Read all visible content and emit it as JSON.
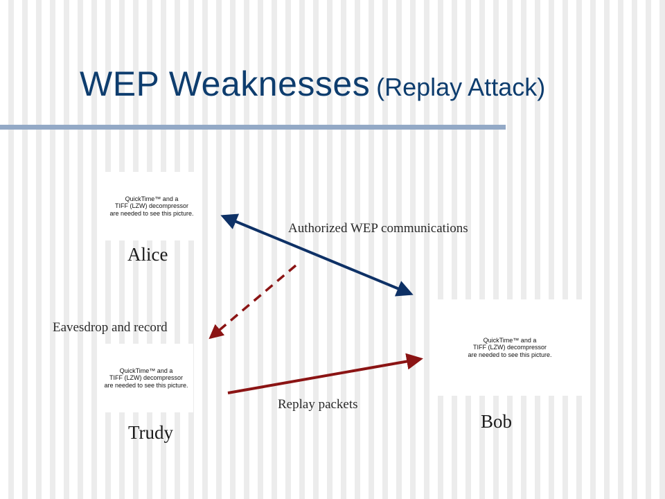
{
  "title": {
    "main": "WEP Weaknesses",
    "sub": "(Replay Attack)"
  },
  "placeholder_text": "QuickTime™ and a\nTIFF (LZW) decompressor\nare needed to see this picture.",
  "nodes": {
    "alice": "Alice",
    "bob": "Bob",
    "trudy": "Trudy"
  },
  "labels": {
    "authorized": "Authorized WEP communications",
    "eavesdrop": "Eavesdrop and record",
    "replay": "Replay packets"
  },
  "colors": {
    "authorized": "#0e3166",
    "eavesdrop": "#8b1414",
    "replay": "#8b1414"
  }
}
